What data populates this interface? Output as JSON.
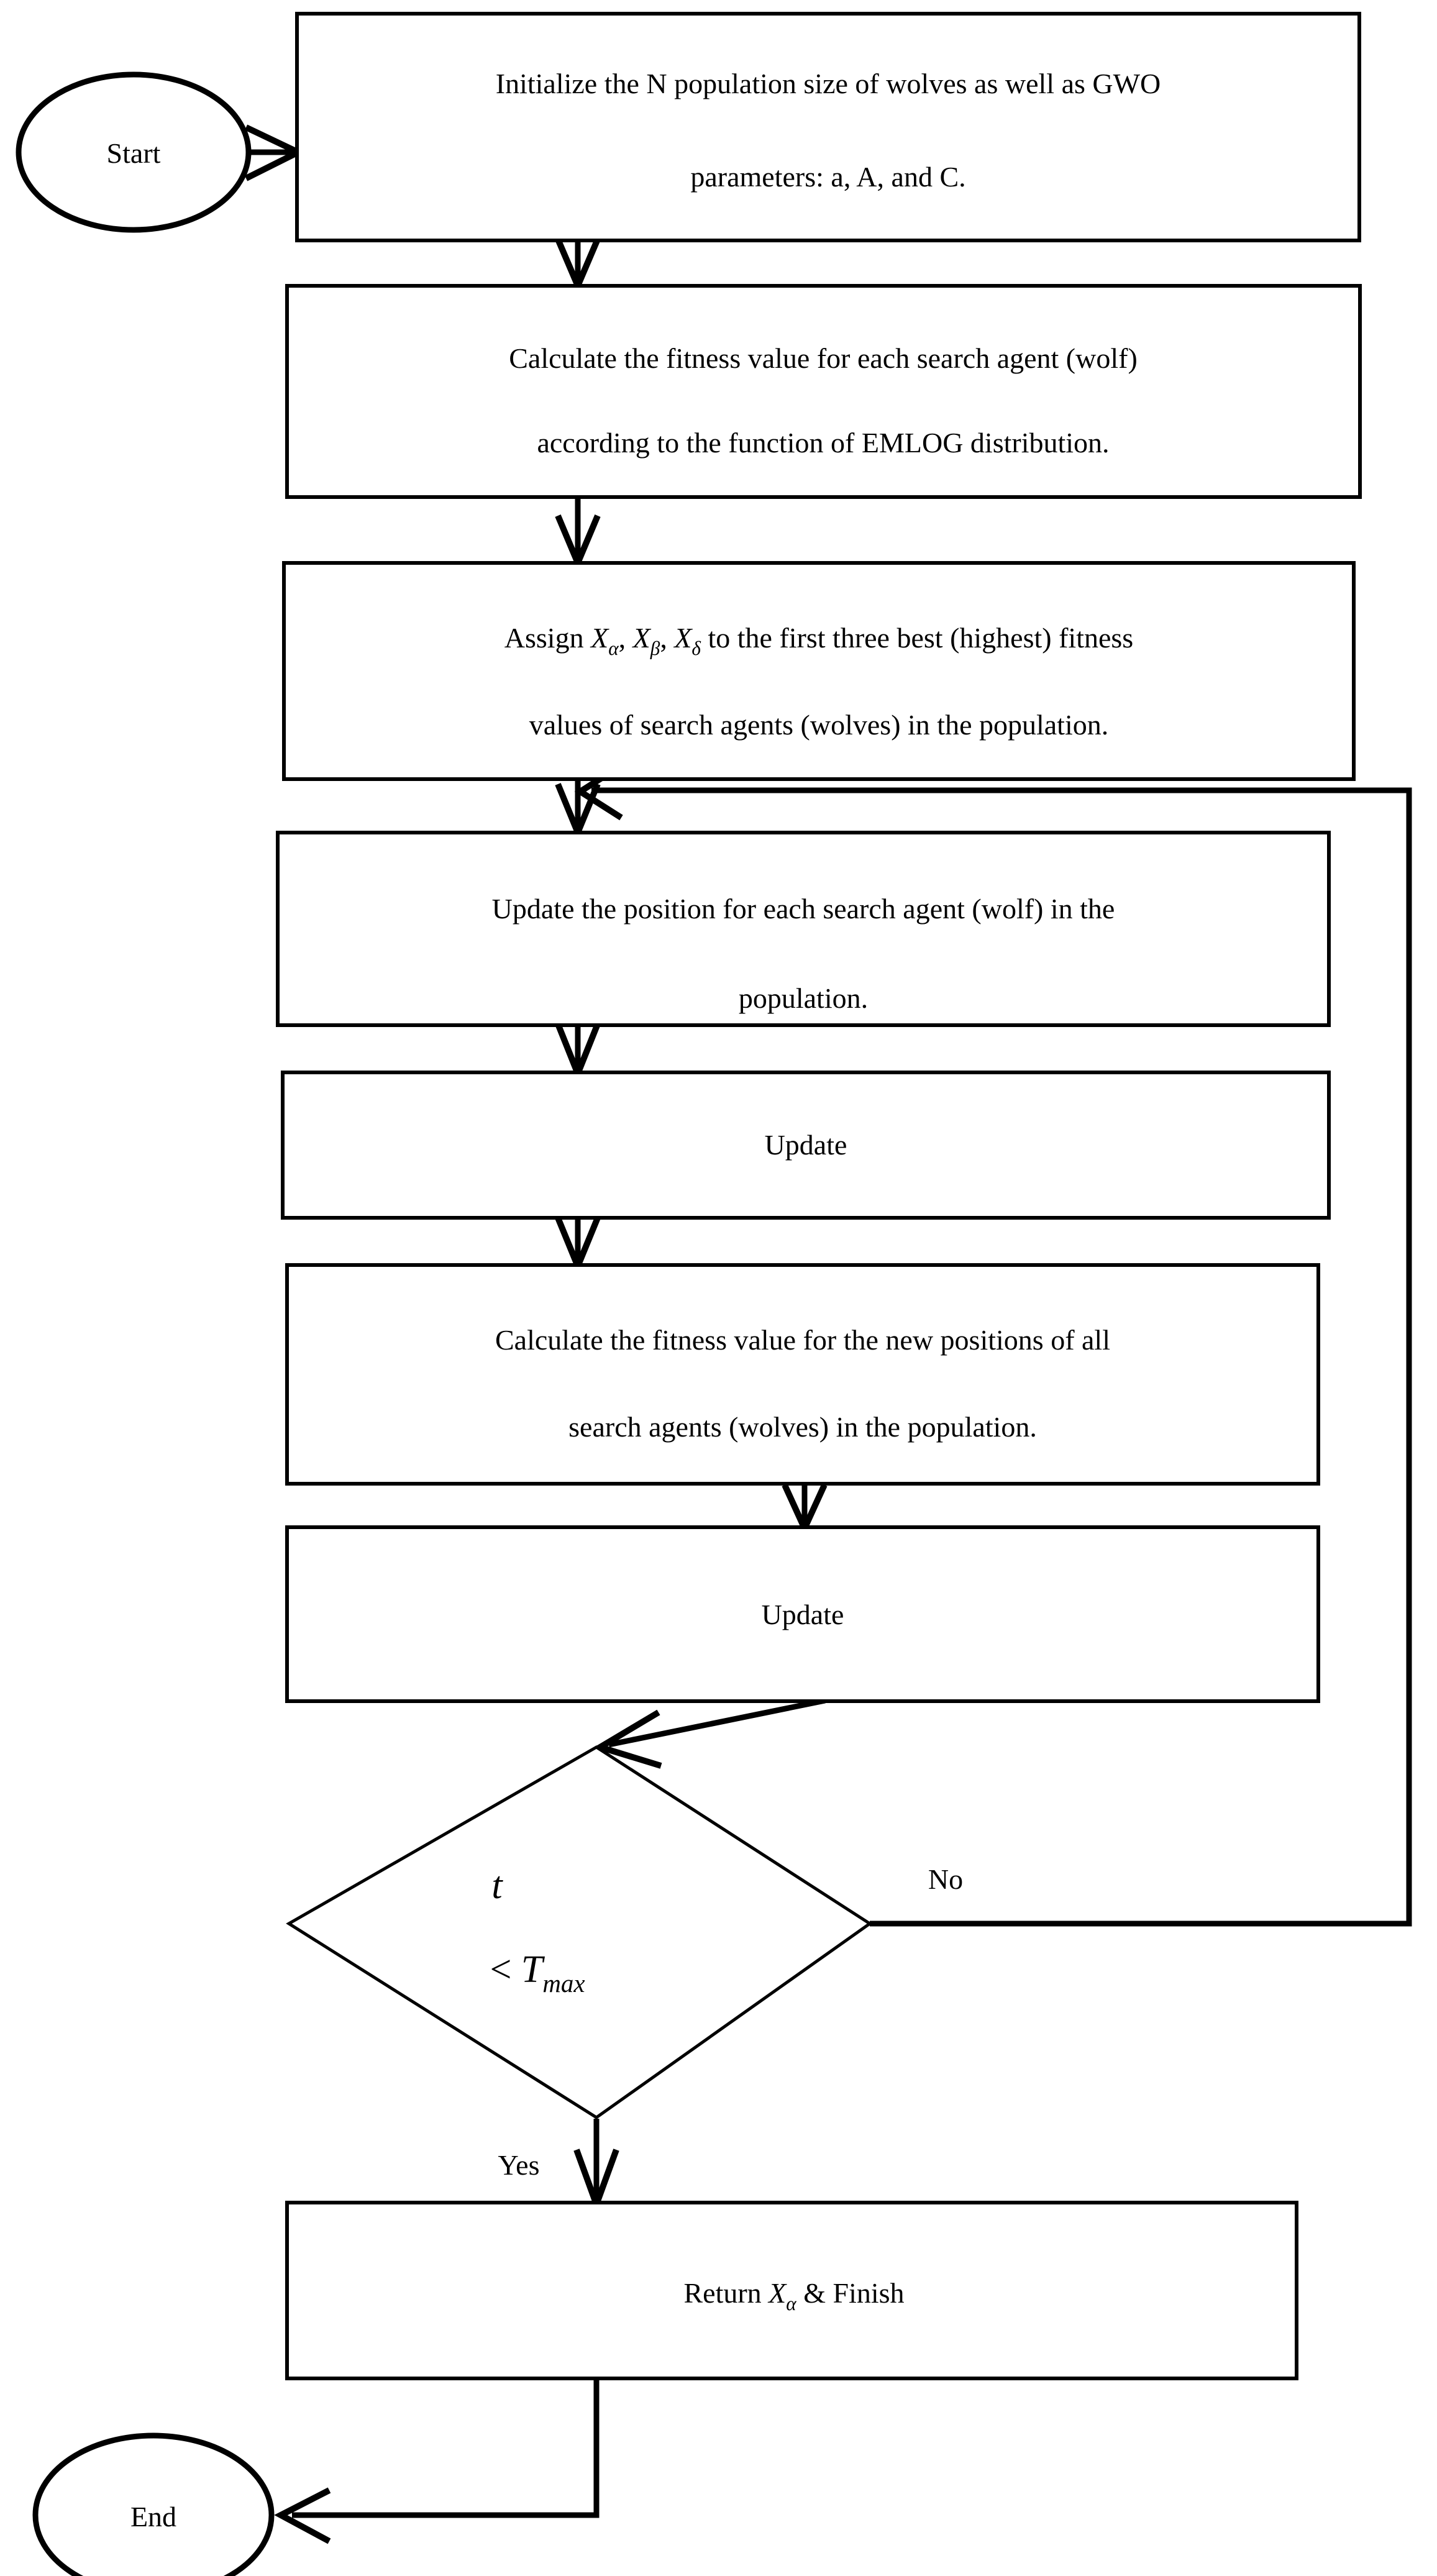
{
  "diagram": {
    "title": "Grey Wolf Optimizer (GWO) flowchart for EMLOG distribution parameter estimation",
    "type": "flowchart",
    "background_color": "#ffffff",
    "line_color": "#000000"
  },
  "nodes": {
    "start": {
      "shape": "ellipse",
      "label": "Start"
    },
    "init": {
      "shape": "process",
      "line1": "Initialize the N population size of wolves as well as GWO",
      "line2": "parameters: a, A, and C."
    },
    "fitness1": {
      "shape": "process",
      "line1": "Calculate the fitness value for each search agent (wolf)",
      "line2": "according to the function of EMLOG distribution."
    },
    "assign": {
      "shape": "process",
      "line1_pre": "Assign ",
      "line1_x1": "X",
      "line1_sub1": "α",
      "line1_mid1": ", ",
      "line1_x2": "X",
      "line1_sub2": "β",
      "line1_mid2": ", ",
      "line1_x3": "X",
      "line1_sub3": "δ",
      "line1_post": " to the first three best (highest) fitness",
      "line2": "values of search agents (wolves) in the population."
    },
    "update_position": {
      "shape": "process",
      "line1": "Update the position for each search agent (wolf) in the",
      "line2": "population."
    },
    "update_a": {
      "shape": "process",
      "label": "Update"
    },
    "fitness2": {
      "shape": "process",
      "line1": "Calculate the fitness value for the new positions of all",
      "line2": "search agents (wolves) in the population."
    },
    "update_b": {
      "shape": "process",
      "label": "Update"
    },
    "decision": {
      "shape": "diamond",
      "line1": "t",
      "line2_op": "< ",
      "line2_var": "T",
      "line2_sub": "max"
    },
    "return": {
      "shape": "process",
      "pre": "Return ",
      "x": "X",
      "sub": "α",
      "post": " & Finish"
    },
    "end": {
      "shape": "ellipse",
      "label": "End"
    }
  },
  "edges": {
    "start_to_init": {
      "label": ""
    },
    "init_to_fitness1": {
      "label": ""
    },
    "fitness1_to_assign": {
      "label": ""
    },
    "assign_to_update_position": {
      "label": ""
    },
    "update_position_to_update_a": {
      "label": ""
    },
    "update_a_to_fitness2": {
      "label": ""
    },
    "fitness2_to_update_b": {
      "label": ""
    },
    "update_b_to_decision": {
      "label": ""
    },
    "decision_no_loop": {
      "label": "No"
    },
    "decision_yes": {
      "label": "Yes"
    },
    "return_to_end": {
      "label": ""
    }
  }
}
